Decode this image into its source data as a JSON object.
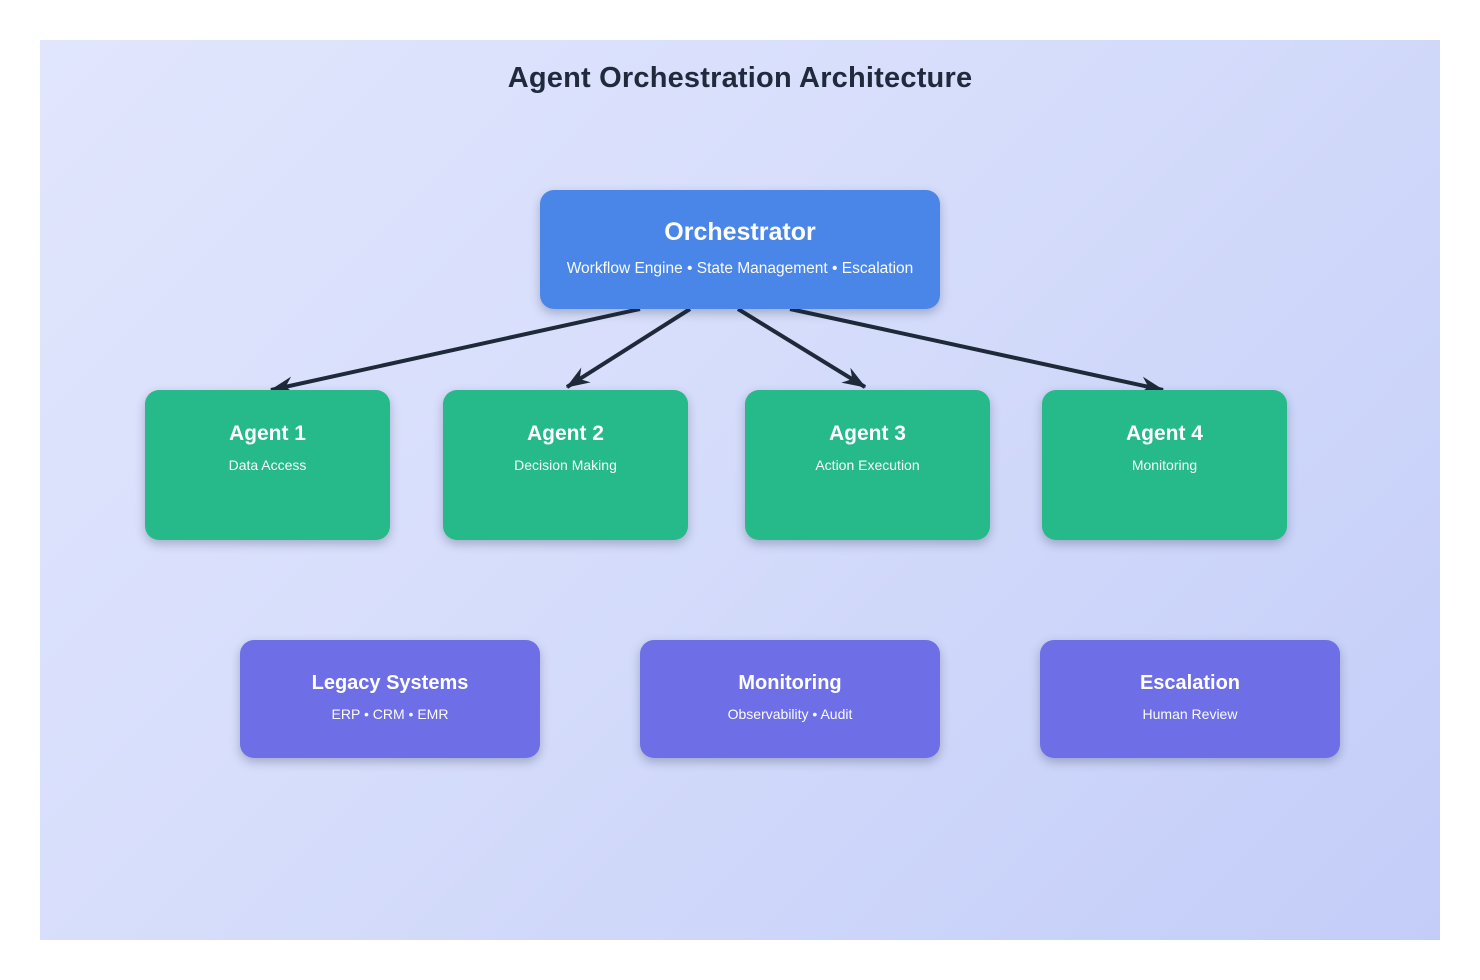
{
  "page": {
    "title": "Agent Orchestration Architecture"
  },
  "orchestrator": {
    "title": "Orchestrator",
    "subtitle": "Workflow Engine • State Management • Escalation"
  },
  "agents": [
    {
      "title": "Agent 1",
      "subtitle": "Data Access"
    },
    {
      "title": "Agent 2",
      "subtitle": "Decision Making"
    },
    {
      "title": "Agent 3",
      "subtitle": "Action Execution"
    },
    {
      "title": "Agent 4",
      "subtitle": "Monitoring"
    }
  ],
  "systems": [
    {
      "title": "Legacy Systems",
      "subtitle": "ERP • CRM • EMR"
    },
    {
      "title": "Monitoring",
      "subtitle": "Observability • Audit"
    },
    {
      "title": "Escalation",
      "subtitle": "Human Review"
    }
  ],
  "colors": {
    "orchestrator_bg": "#4a86e8",
    "agent_bg": "#26b98a",
    "system_bg": "#6e6fe6",
    "arrow": "#1e2a3a",
    "heading_text": "#1f2a3d",
    "canvas_gradient_start": "#e1e6fd",
    "canvas_gradient_end": "#c3cdf8",
    "page_bg": "#ffffff"
  }
}
